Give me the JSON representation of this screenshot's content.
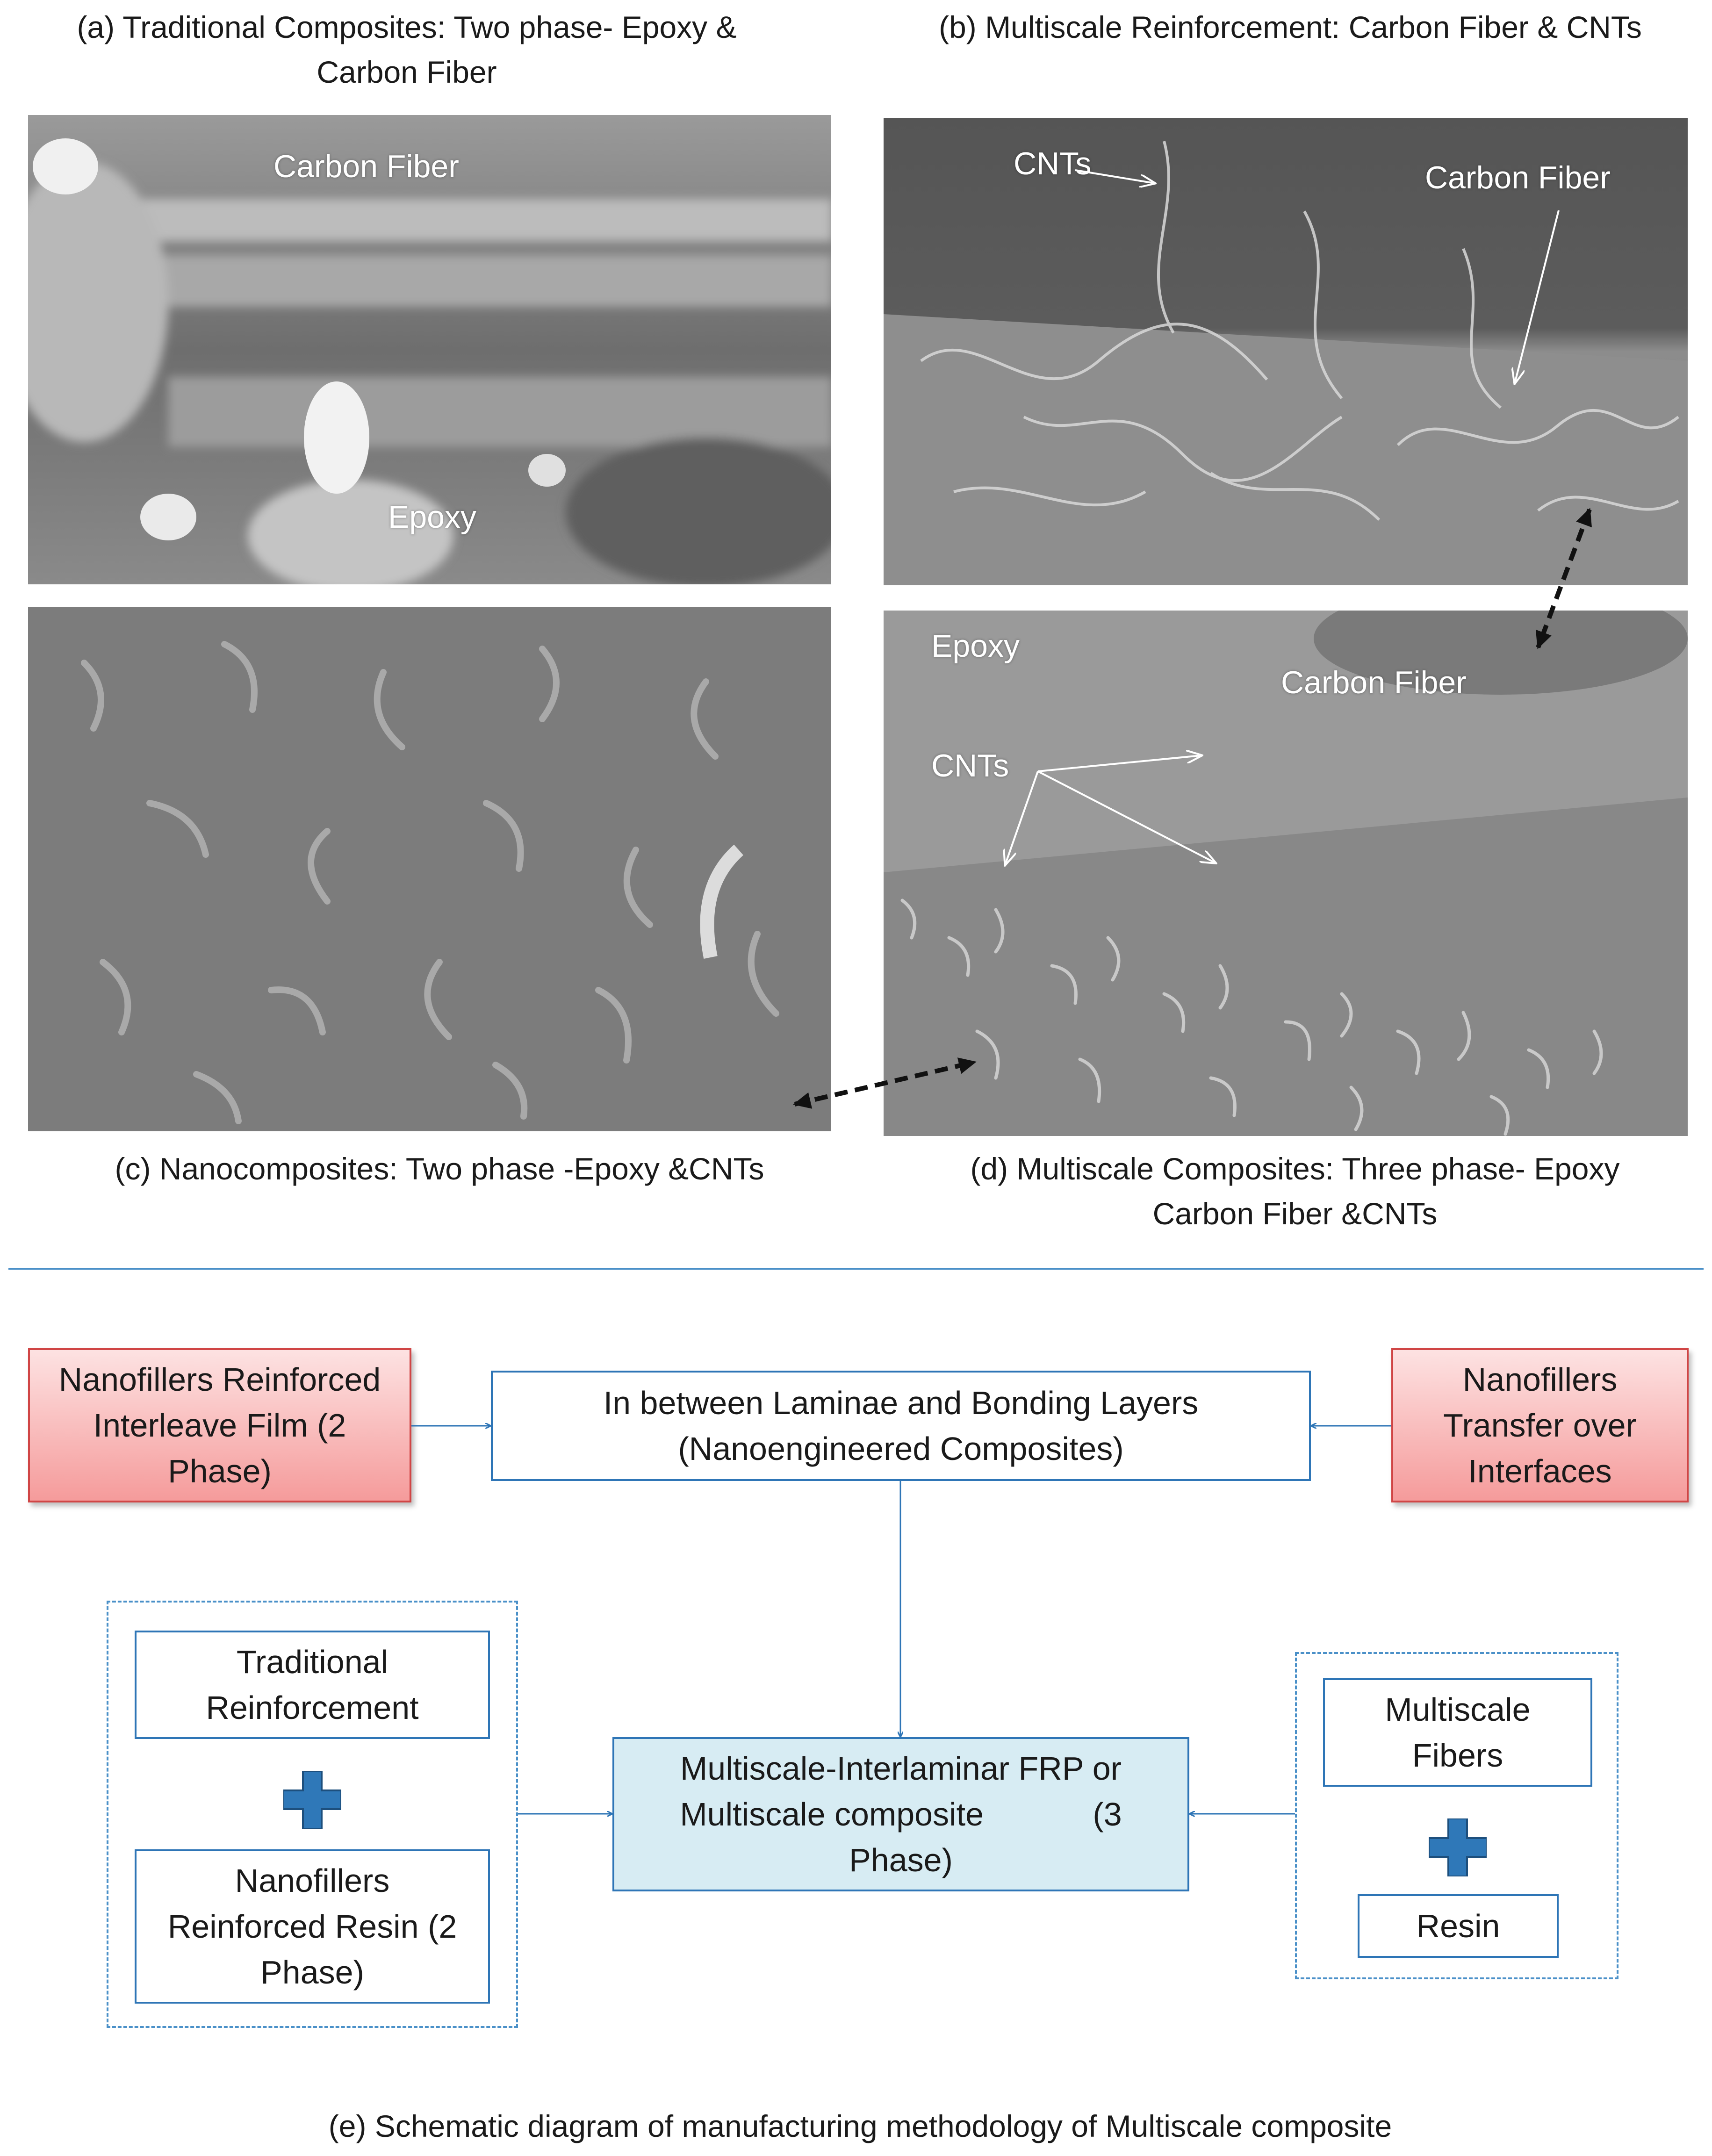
{
  "panel_a": {
    "caption": [
      "(a) Traditional Composites: Two phase- Epoxy &",
      "Carbon Fiber"
    ],
    "label_fiber": "Carbon Fiber",
    "label_epoxy": "Epoxy"
  },
  "panel_b": {
    "caption": "(b) Multiscale Reinforcement: Carbon Fiber & CNTs",
    "label_cnts": "CNTs",
    "label_fiber": "Carbon Fiber"
  },
  "panel_c": {
    "caption": "(c) Nanocomposites: Two phase -Epoxy &CNTs"
  },
  "panel_d": {
    "caption": [
      "(d) Multiscale Composites: Three phase- Epoxy",
      "Carbon Fiber  &CNTs"
    ],
    "label_epoxy": "Epoxy",
    "label_fiber": "Carbon Fiber",
    "label_cnts": "CNTs"
  },
  "schematic": {
    "left_top_box": [
      "Nanofillers Reinforced",
      "Interleave Film   (2",
      "Phase)"
    ],
    "center_top_box": [
      "In between Laminae and Bonding Layers",
      "(Nanoengineered Composites)"
    ],
    "right_top_box": [
      "Nanofillers",
      "Transfer over",
      "Interfaces"
    ],
    "left_group": {
      "top": [
        "Traditional",
        "Reinforcement"
      ],
      "bottom": [
        "Nanofillers",
        "Reinforced Resin (2",
        "Phase)"
      ]
    },
    "center_box": [
      "Multiscale-Interlaminar FRP or",
      "Multiscale composite            (3",
      "Phase)"
    ],
    "right_group": {
      "top": [
        "Multiscale",
        "Fibers"
      ],
      "bottom": "Resin"
    },
    "caption": "(e) Schematic diagram of manufacturing methodology of Multiscale composite"
  },
  "colors": {
    "accent_blue": "#2e75b6",
    "red_fill": "#f59b9b",
    "light_blue_fill": "#d7ecf3",
    "plus_blue": "#2f78b8"
  }
}
